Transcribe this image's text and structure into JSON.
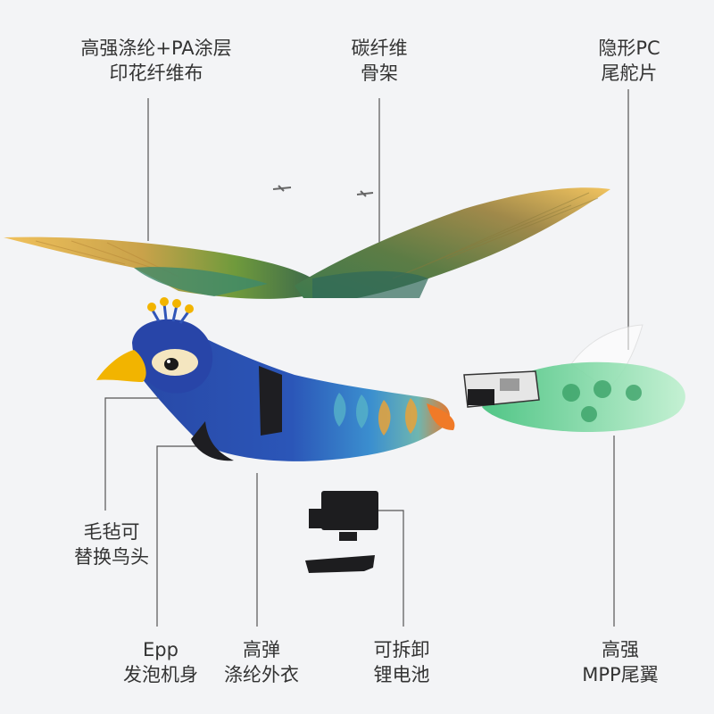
{
  "callouts": {
    "fabric": {
      "line1": "高强涤纶+PA涂层",
      "line2": "印花纤维布"
    },
    "carbon": {
      "line1": "碳纤维",
      "line2": "骨架"
    },
    "rudder": {
      "line1": "隐形PC",
      "line2": "尾舵片"
    },
    "head": {
      "line1": "毛毡可",
      "line2": "替换鸟头"
    },
    "epp": {
      "line1": "Epp",
      "line2": "发泡机身"
    },
    "coat": {
      "line1": "高弹",
      "line2": "涤纶外衣"
    },
    "battery": {
      "line1": "可拆卸",
      "line2": "锂电池"
    },
    "tail": {
      "line1": "高强",
      "line2": "MPP尾翼"
    }
  },
  "colors": {
    "background": "#f3f4f6",
    "text": "#333333",
    "leader_line": "#555555",
    "body_blue": "#2a4fb0",
    "beak_yellow": "#f2b400",
    "wing_gold": "#e8b85a",
    "wing_green": "#7fae3a",
    "tail_green": "#4fcf86",
    "battery_black": "#1d1d1f"
  }
}
